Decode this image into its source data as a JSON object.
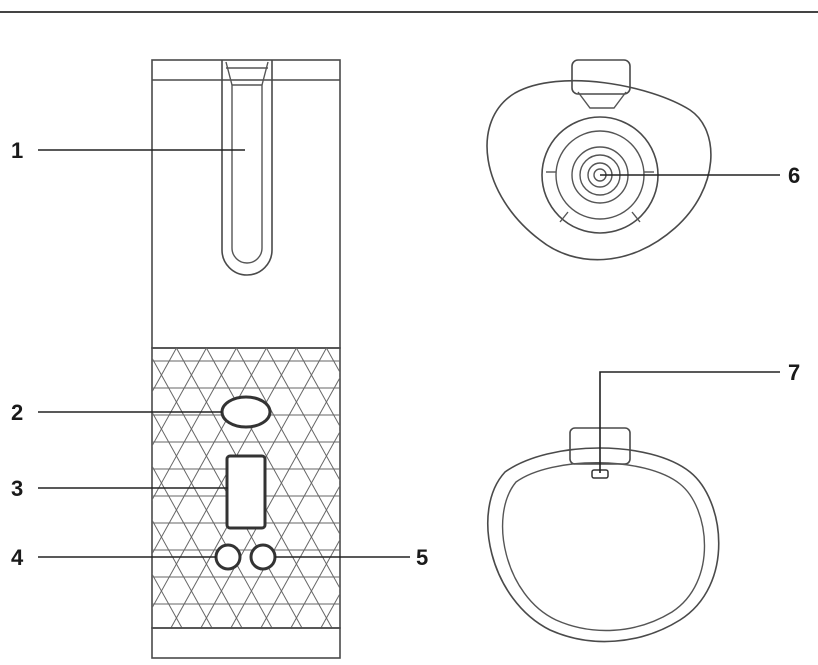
{
  "callouts": [
    {
      "id": "1",
      "label": "1"
    },
    {
      "id": "2",
      "label": "2"
    },
    {
      "id": "3",
      "label": "3"
    },
    {
      "id": "4",
      "label": "4"
    },
    {
      "id": "5",
      "label": "5"
    },
    {
      "id": "6",
      "label": "6"
    },
    {
      "id": "7",
      "label": "7"
    }
  ],
  "colors": {
    "line": "#222222",
    "outline": "#4a4a4a",
    "background": "#ffffff"
  }
}
